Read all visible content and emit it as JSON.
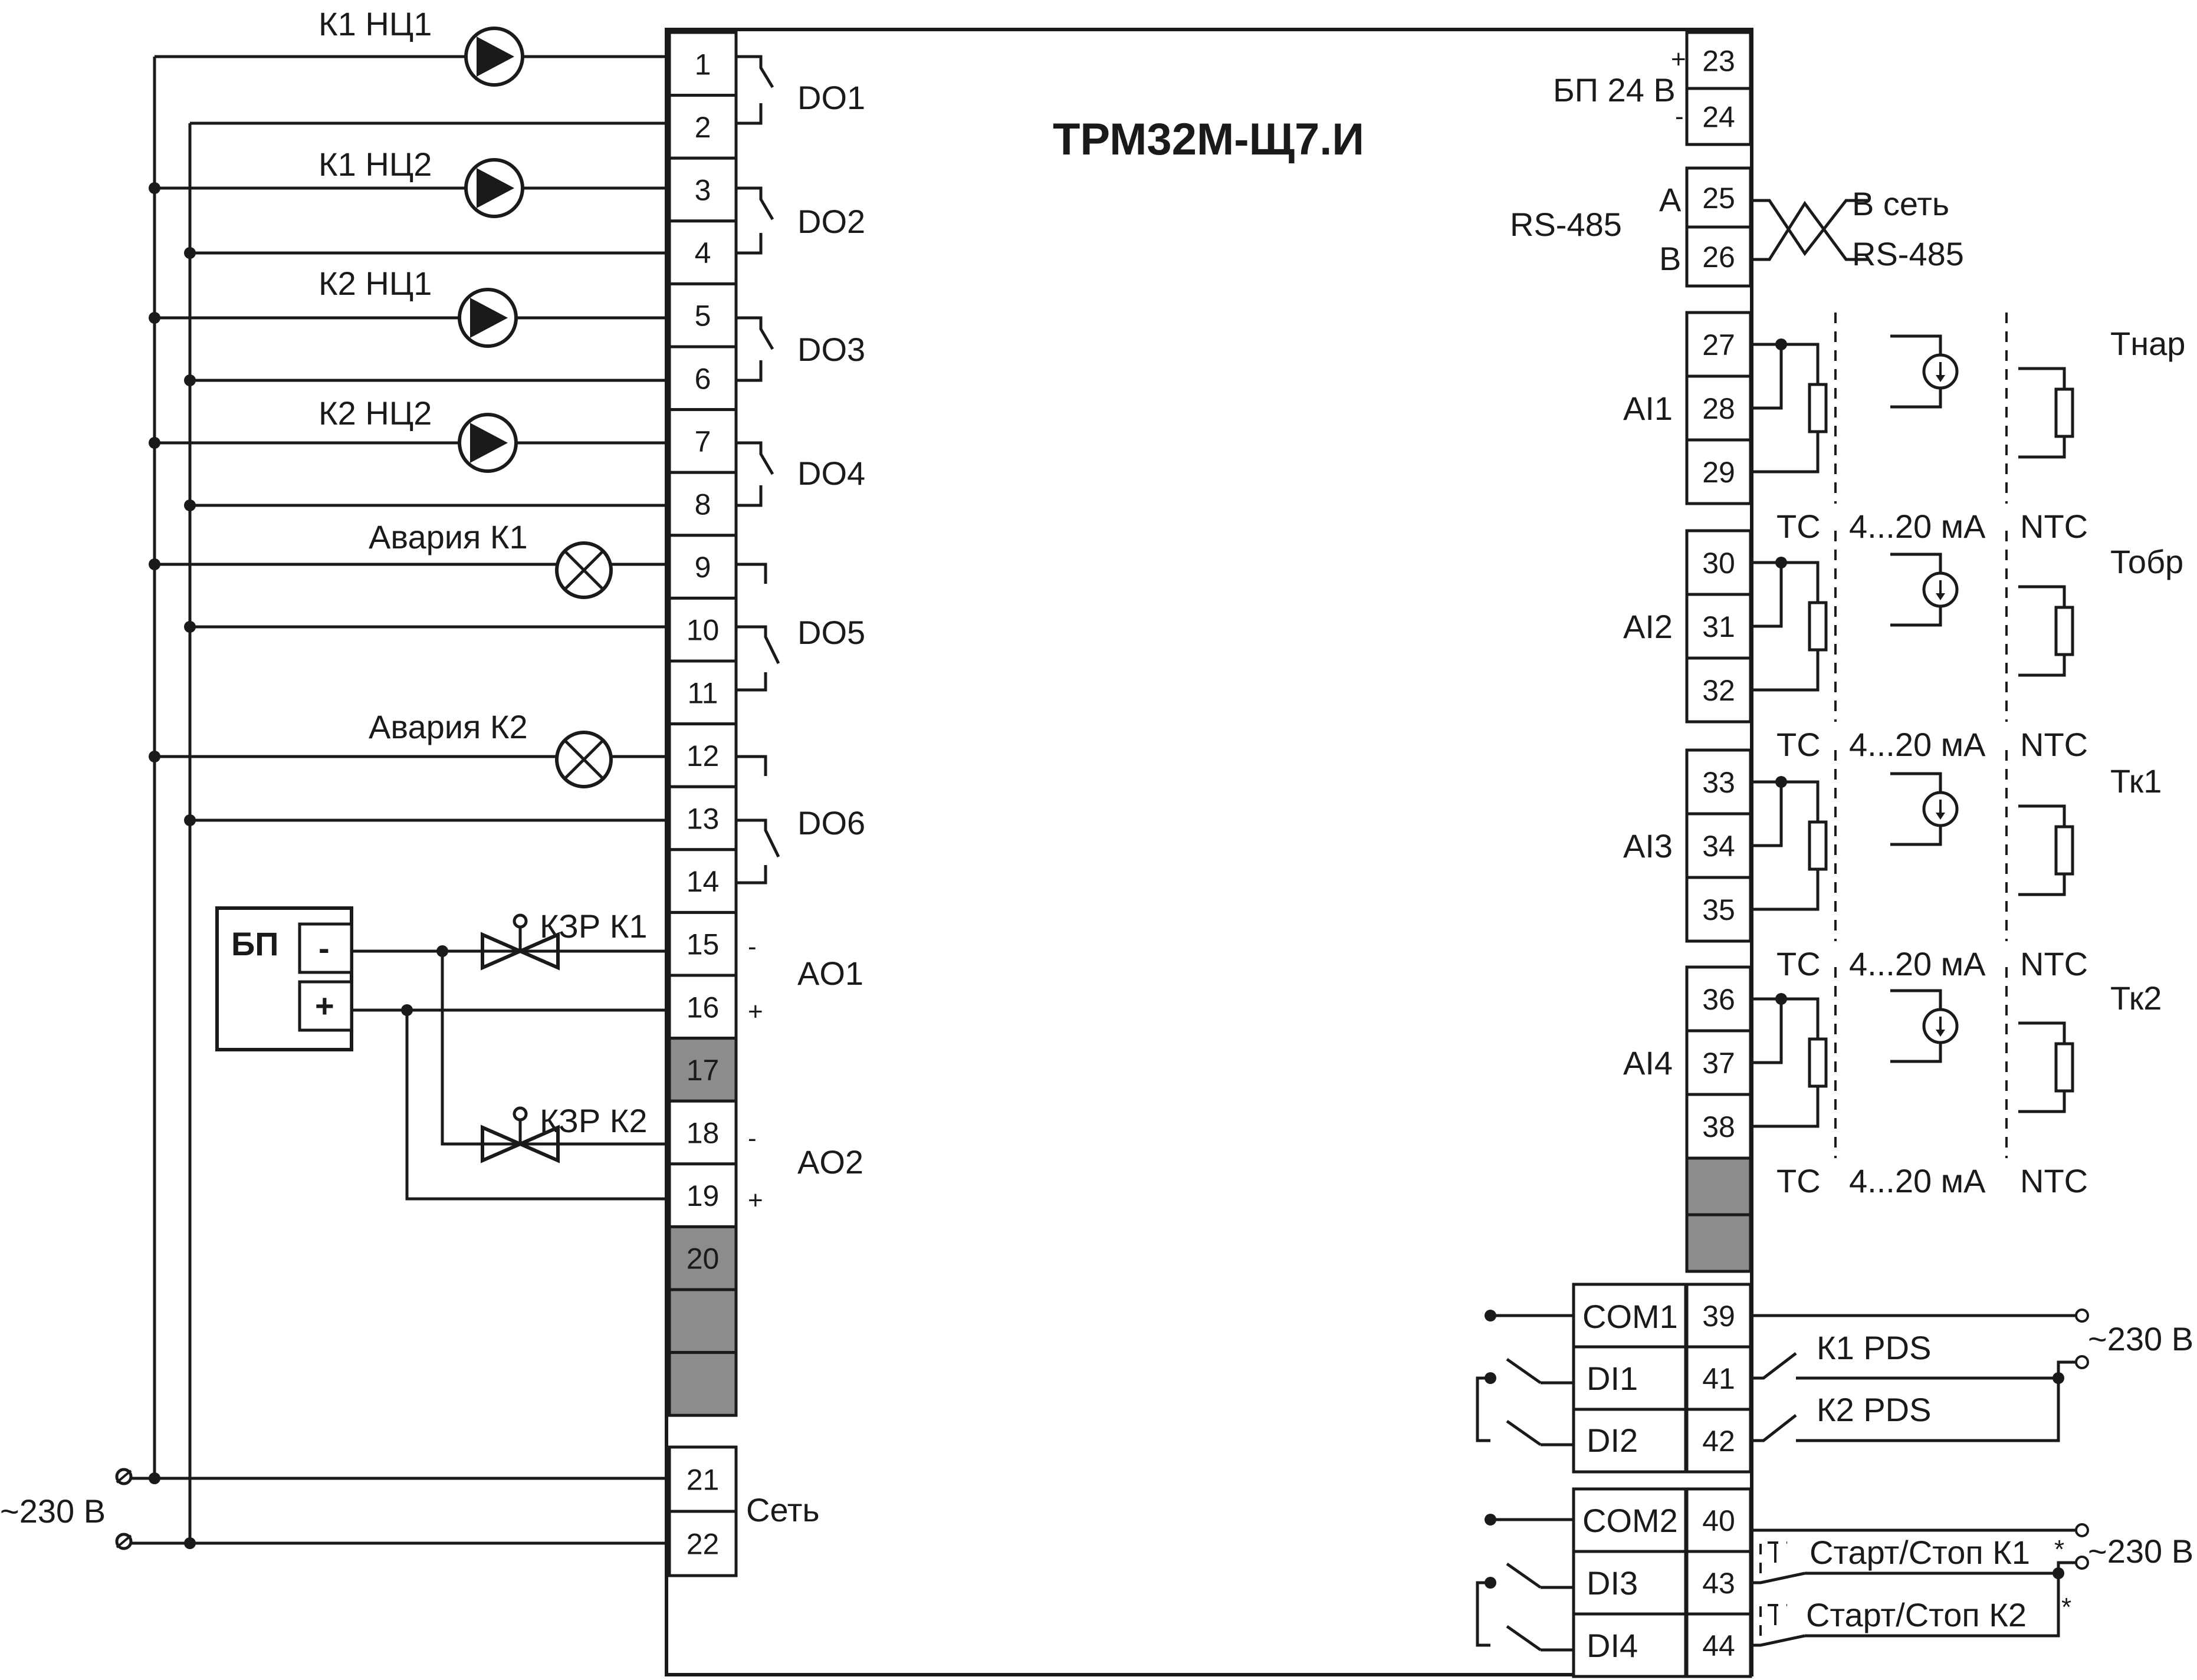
{
  "device": {
    "title": "ТРМ32М-Щ7.И"
  },
  "left_terminals": [
    {
      "num": "1",
      "empty": false
    },
    {
      "num": "2",
      "empty": false
    },
    {
      "num": "3",
      "empty": false
    },
    {
      "num": "4",
      "empty": false
    },
    {
      "num": "5",
      "empty": false
    },
    {
      "num": "6",
      "empty": false
    },
    {
      "num": "7",
      "empty": false
    },
    {
      "num": "8",
      "empty": false
    },
    {
      "num": "9",
      "empty": false
    },
    {
      "num": "10",
      "empty": false
    },
    {
      "num": "11",
      "empty": false
    },
    {
      "num": "12",
      "empty": false
    },
    {
      "num": "13",
      "empty": false
    },
    {
      "num": "14",
      "empty": false
    },
    {
      "num": "15",
      "empty": false
    },
    {
      "num": "16",
      "empty": false
    },
    {
      "num": "17",
      "empty": true
    },
    {
      "num": "18",
      "empty": false
    },
    {
      "num": "19",
      "empty": false
    },
    {
      "num": "20",
      "empty": true
    },
    {
      "num": "",
      "empty": true
    },
    {
      "num": "",
      "empty": true
    }
  ],
  "power_terminals": [
    "21",
    "22"
  ],
  "right_top_terminals": [
    "23",
    "24"
  ],
  "rs485_terminals": [
    "25",
    "26"
  ],
  "ai_terminals": [
    "27",
    "28",
    "29",
    "30",
    "31",
    "32",
    "33",
    "34",
    "35",
    "36",
    "37",
    "38"
  ],
  "com1_terminals": [
    "39",
    "41",
    "42"
  ],
  "com2_terminals": [
    "40",
    "43",
    "44"
  ],
  "relay_outputs": [
    "DO1",
    "DO2",
    "DO3",
    "DO4",
    "DO5",
    "DO6"
  ],
  "analog_outputs": [
    "AO1",
    "AO2"
  ],
  "ao_signs": {
    "minus": "-",
    "plus": "+"
  },
  "pumps": [
    "К1 НЦ1",
    "К1 НЦ2",
    "К2 НЦ1",
    "К2 НЦ2"
  ],
  "alarms": [
    "Авария К1",
    "Авария К2"
  ],
  "valves": [
    "КЗР К1",
    "КЗР К2"
  ],
  "psu": {
    "label": "БП",
    "minus": "-",
    "plus": "+"
  },
  "power": {
    "left_label": "~230 В",
    "network_label": "Сеть"
  },
  "bp24": {
    "label": "БП 24 В",
    "plus": "+",
    "minus": "-"
  },
  "rs485": {
    "label": "RS-485",
    "a": "А",
    "b": "В",
    "net_line1": "В сеть",
    "net_line2": "RS-485"
  },
  "analog_inputs": [
    {
      "name": "AI1",
      "sensor": "Тнар"
    },
    {
      "name": "AI2",
      "sensor": "Тобр"
    },
    {
      "name": "AI3",
      "sensor": "Тк1"
    },
    {
      "name": "AI4",
      "sensor": "Тк2"
    }
  ],
  "sensor_types": {
    "tc": "ТС",
    "current": "4...20 мА",
    "ntc": "NTC"
  },
  "digital_group1": {
    "com": "COM1",
    "inputs": [
      "DI1",
      "DI2"
    ],
    "signals": [
      "К1 PDS",
      "К2 PDS"
    ],
    "supply": "~230 В"
  },
  "digital_group2": {
    "com": "COM2",
    "inputs": [
      "DI3",
      "DI4"
    ],
    "signals": [
      "Старт/Стоп К1",
      "Старт/Стоп К2"
    ],
    "supply": "~230 В",
    "note": "*"
  }
}
